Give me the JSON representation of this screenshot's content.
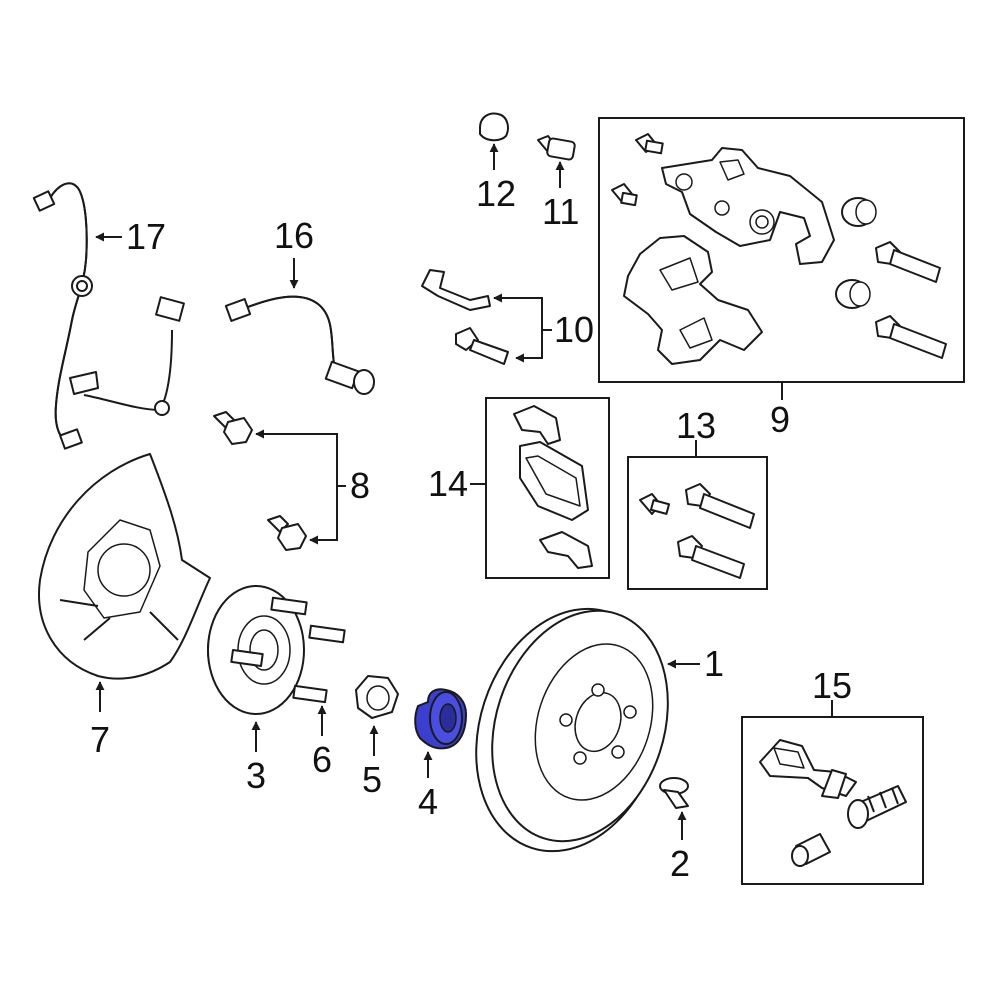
{
  "diagram": {
    "highlight_color": "#3b3fcf",
    "highlighted_part": "4",
    "callouts": {
      "c1": "1",
      "c2": "2",
      "c3": "3",
      "c4": "4",
      "c5": "5",
      "c6": "6",
      "c7": "7",
      "c8": "8",
      "c9": "9",
      "c10": "10",
      "c11": "11",
      "c12": "12",
      "c13": "13",
      "c14": "14",
      "c15": "15",
      "c16": "16",
      "c17": "17"
    }
  }
}
